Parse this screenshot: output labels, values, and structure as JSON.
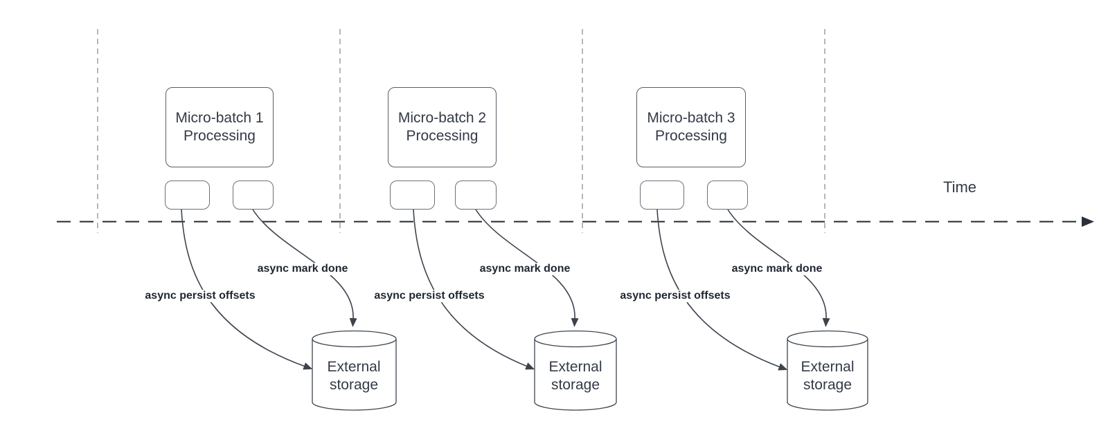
{
  "timeline": {
    "label": "Time"
  },
  "groups": [
    {
      "processing_box": {
        "line1": "Micro-batch 1",
        "line2": "Processing"
      },
      "persist_label": "async persist offsets",
      "mark_done_label": "async mark done",
      "storage": {
        "line1": "External",
        "line2": "storage"
      }
    },
    {
      "processing_box": {
        "line1": "Micro-batch 2",
        "line2": "Processing"
      },
      "persist_label": "async persist offsets",
      "mark_done_label": "async mark done",
      "storage": {
        "line1": "External",
        "line2": "storage"
      }
    },
    {
      "processing_box": {
        "line1": "Micro-batch 3",
        "line2": "Processing"
      },
      "persist_label": "async persist offsets",
      "mark_done_label": "async mark done",
      "storage": {
        "line1": "External",
        "line2": "storage"
      }
    }
  ],
  "colors": {
    "connector_stroke": "#3d434d",
    "box_border": "#575d66",
    "small_box_border": "#6b7078",
    "guide_line": "#a5a5a5",
    "time_axis": "#24272b",
    "body_text": "#333a45",
    "label_text": "#1f2530",
    "background": "#ffffff"
  }
}
